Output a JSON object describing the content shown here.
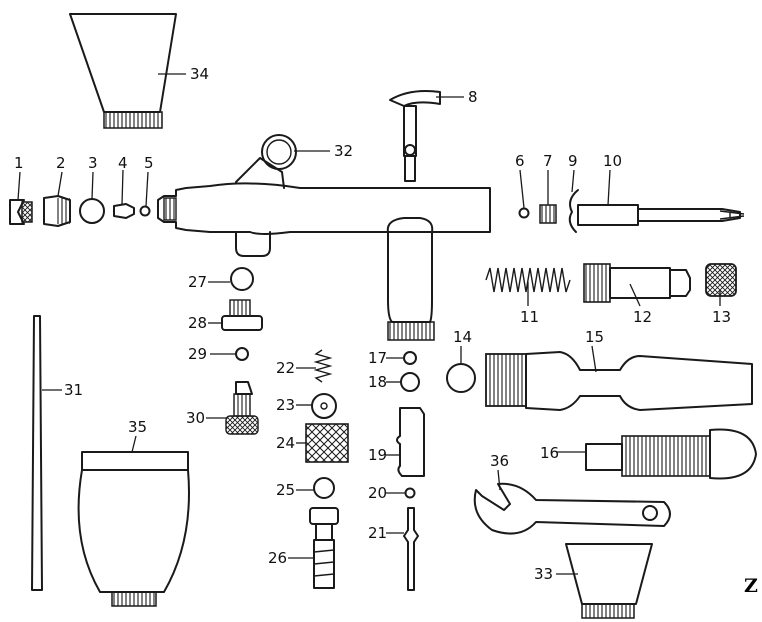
{
  "labels": {
    "p1": "1",
    "p2": "2",
    "p3": "3",
    "p4": "4",
    "p5": "5",
    "p6": "6",
    "p7": "7",
    "p8": "8",
    "p9": "9",
    "p10": "10",
    "p11": "11",
    "p12": "12",
    "p13": "13",
    "p14": "14",
    "p15": "15",
    "p16": "16",
    "p17": "17",
    "p18": "18",
    "p19": "19",
    "p20": "20",
    "p21": "21",
    "p22": "22",
    "p23": "23",
    "p24": "24",
    "p25": "25",
    "p26": "26",
    "p27": "27",
    "p28": "28",
    "p29": "29",
    "p30": "30",
    "p31": "31",
    "p32": "32",
    "p33": "33",
    "p34": "34",
    "p35": "35",
    "p36": "36"
  },
  "corner_text": "Z"
}
